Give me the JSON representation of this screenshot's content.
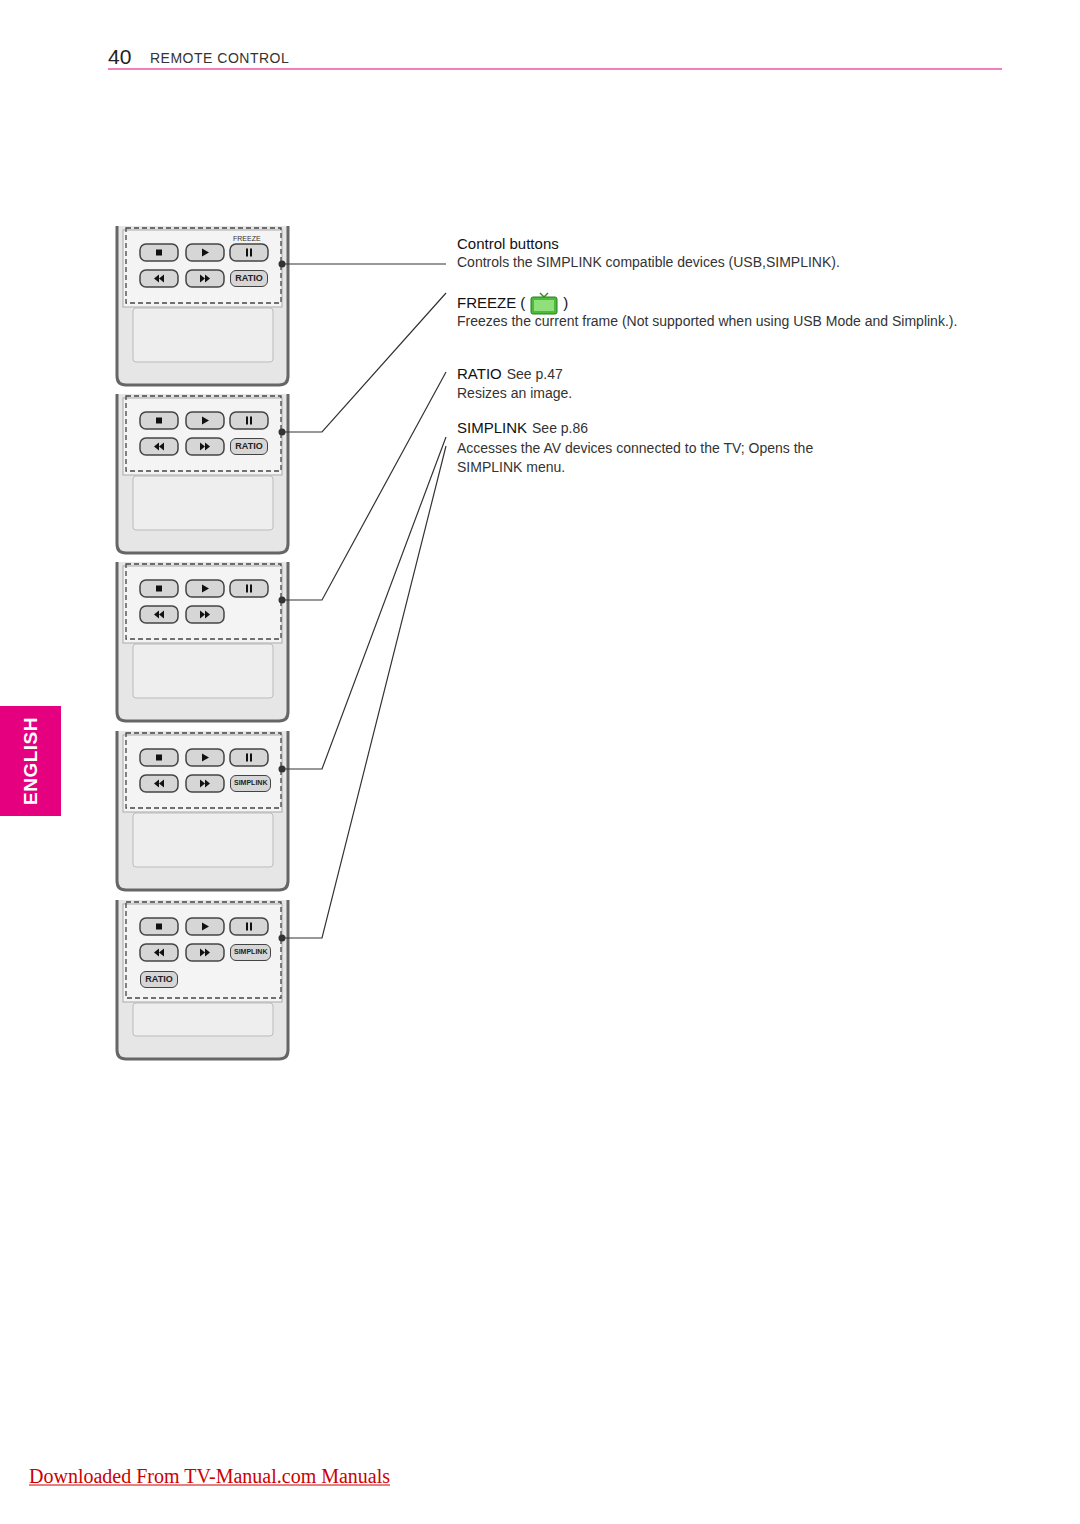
{
  "diagram": {
    "nodes": [
      {
        "text": [
          "ENGLISH"
        ]
      },
      {
        "text": [
          "RATIO"
        ]
      },
      {
        "text": [
          "RATIO"
        ]
      },
      {
        "text": [
          "SIMPLINK"
        ]
      },
      {
        "text": [
          "SIMPLINK"
        ]
      },
      {
        "text": [
          "RATIO"
        ]
      }
    ],
    "labels": [
      "40",
      "REMOTE CONTROL",
      "FREEZE",
      "Control buttons",
      "Controls the SIMPLINK compatible devices (USB,SIMPLINK).",
      "FREEZE (",
      ")",
      "Freezes the current frame (Not supported when using USB Mode and Simplink.).",
      "RATIO",
      "See p.47",
      "Resizes an image.",
      "SIMPLINK",
      "See p.86",
      "Accesses the AV devices connected to the TV; Opens the SIMPLINK menu.",
      "Downloaded From TV-Manual.com Manuals"
    ]
  }
}
